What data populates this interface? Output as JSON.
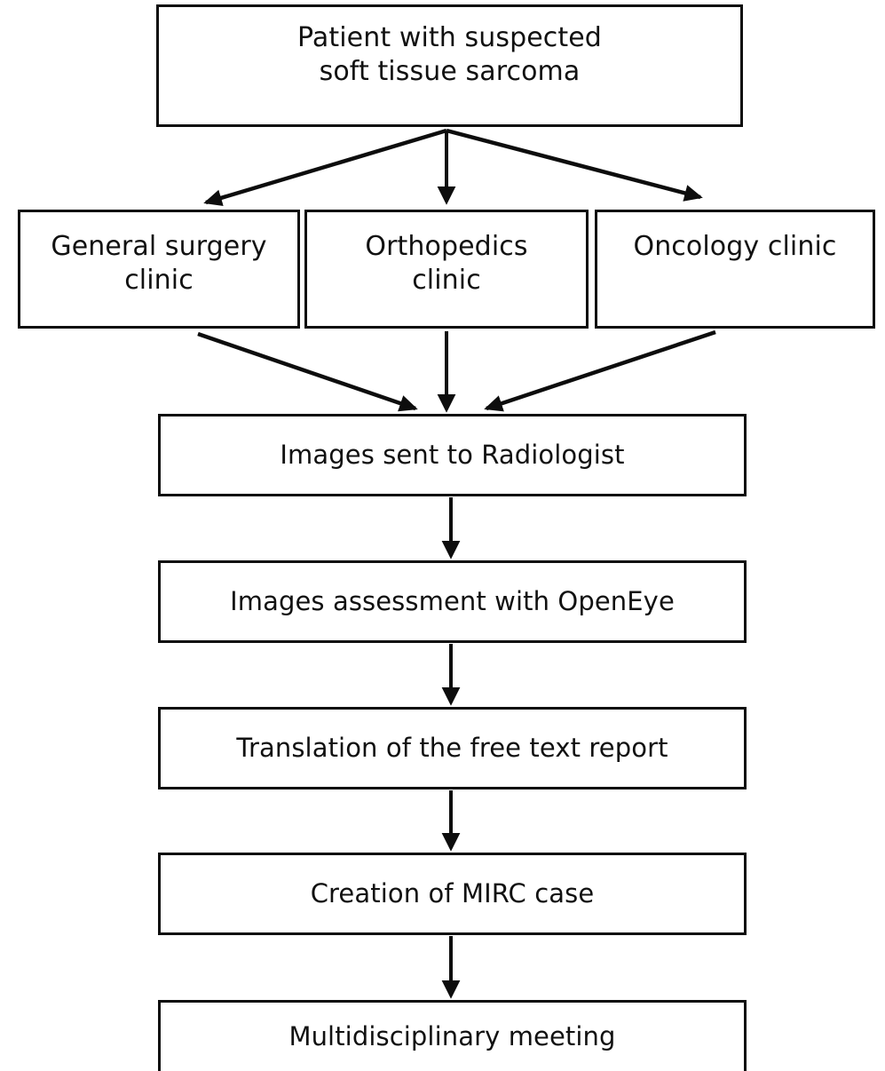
{
  "diagram": {
    "type": "flowchart",
    "orientation": "top-to-bottom",
    "stroke_color": "#0d0d0d",
    "background_color": "#ffffff",
    "text_color": "#111111",
    "nodes": [
      {
        "id": "top",
        "label": "Patient with suspected\nsoft tissue sarcoma",
        "shape": "rectangle"
      },
      {
        "id": "gensurg",
        "label": "General surgery\nclinic",
        "shape": "rectangle"
      },
      {
        "id": "ortho",
        "label": "Orthopedics\nclinic",
        "shape": "rectangle"
      },
      {
        "id": "onco",
        "label": "Oncology clinic",
        "shape": "rectangle"
      },
      {
        "id": "radiologist",
        "label": "Images sent to Radiologist",
        "shape": "rectangle"
      },
      {
        "id": "openeye",
        "label": "Images assessment with OpenEye",
        "shape": "rectangle"
      },
      {
        "id": "translation",
        "label": "Translation of the free text report",
        "shape": "rectangle"
      },
      {
        "id": "mirc",
        "label": "Creation of MIRC case",
        "shape": "rectangle"
      },
      {
        "id": "mdt",
        "label": "Multidisciplinary meeting",
        "shape": "rectangle"
      }
    ],
    "edges": [
      {
        "from": "top",
        "to": "gensurg",
        "style": "diagonal-arrow"
      },
      {
        "from": "top",
        "to": "ortho",
        "style": "vertical-arrow"
      },
      {
        "from": "top",
        "to": "onco",
        "style": "diagonal-arrow"
      },
      {
        "from": "gensurg",
        "to": "radiologist",
        "style": "diagonal-arrow"
      },
      {
        "from": "ortho",
        "to": "radiologist",
        "style": "vertical-arrow"
      },
      {
        "from": "onco",
        "to": "radiologist",
        "style": "diagonal-arrow"
      },
      {
        "from": "radiologist",
        "to": "openeye",
        "style": "vertical-arrow"
      },
      {
        "from": "openeye",
        "to": "translation",
        "style": "vertical-arrow"
      },
      {
        "from": "translation",
        "to": "mirc",
        "style": "vertical-arrow"
      },
      {
        "from": "mirc",
        "to": "mdt",
        "style": "vertical-arrow"
      }
    ]
  }
}
